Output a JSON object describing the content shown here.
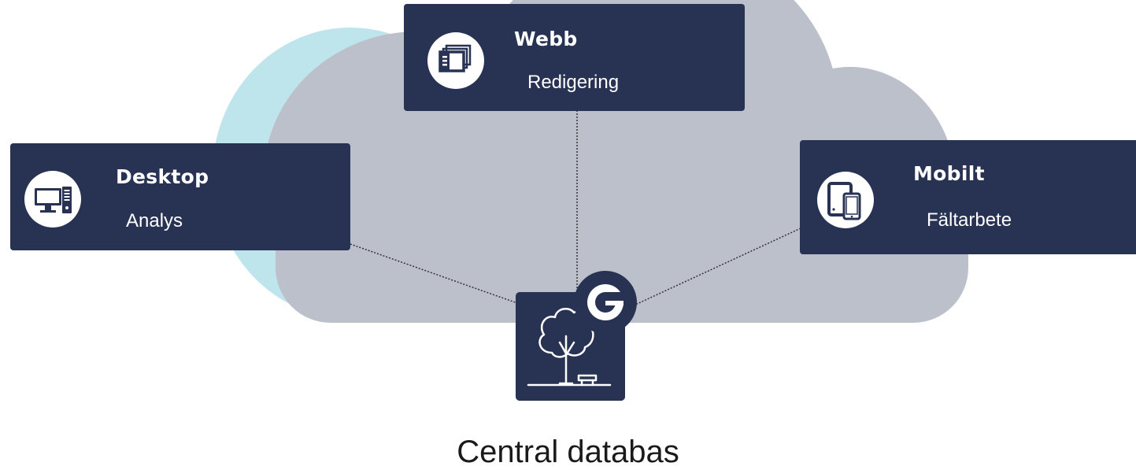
{
  "colors": {
    "card_bg": "#283353",
    "cloud_gray": "#bcc0cb",
    "cloud_cyan": "#bfe5ec",
    "text_light": "#ffffff",
    "caption_text": "#1a1a1a"
  },
  "nodes": {
    "webb": {
      "title": "Webb",
      "subtitle": "Redigering",
      "icon": "browser-windows-icon"
    },
    "desktop": {
      "title": "Desktop",
      "subtitle": "Analys",
      "icon": "desktop-computer-icon"
    },
    "mobilt": {
      "title": "Mobilt",
      "subtitle": "Fältarbete",
      "icon": "tablet-phone-icon"
    }
  },
  "center": {
    "caption": "Central databas",
    "icon": "park-tree-bench-icon",
    "logo": "g-logo-icon"
  }
}
